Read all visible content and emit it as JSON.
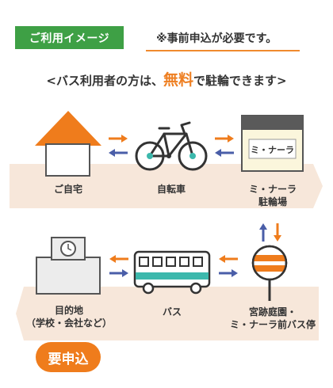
{
  "header": {
    "usage_tag": "ご利用イメージ",
    "note": "※事前申込が必要です。"
  },
  "headline": {
    "prefix": "<バス利用者の方は、",
    "highlight": "無料",
    "suffix": "で駐輪できます>"
  },
  "flow_top": {
    "home_label": "ご自宅",
    "bicycle_label": "自転車",
    "parking_sign_text": "ミ・ナーラ",
    "parking_label_line1": "ミ・ナーラ",
    "parking_label_line2": "駐輪場"
  },
  "flow_bottom": {
    "destination_label_line1": "目的地",
    "destination_label_line2": "（学校・会社など）",
    "bus_label": "バス",
    "bus_stop_label_line1": "宮跡庭園・",
    "bus_stop_label_line2": "ミ・ナーラ前バス停"
  },
  "badge": {
    "label": "要申込"
  },
  "colors": {
    "green": "#3ea045",
    "orange": "#ef7c1c",
    "blue": "#4a5ea8",
    "teal": "#3cb8ac",
    "band": "#f7e7da"
  }
}
